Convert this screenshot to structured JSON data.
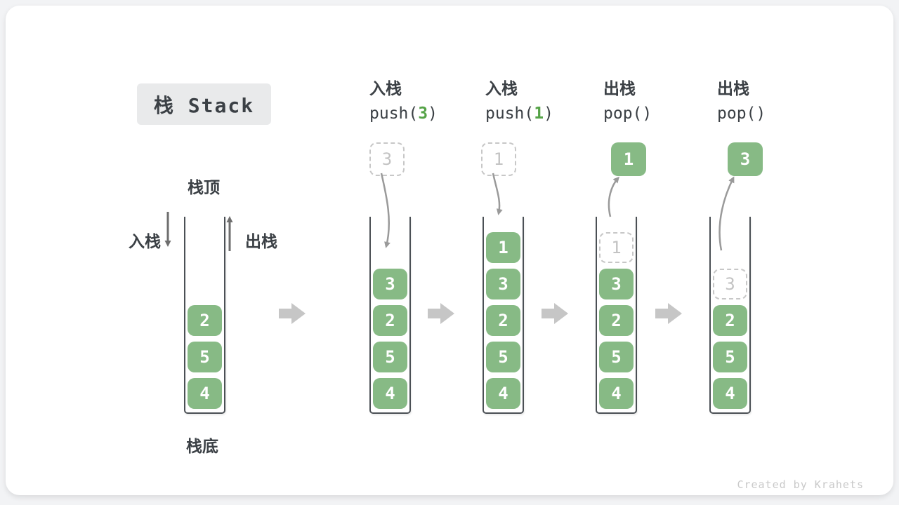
{
  "title": "栈 Stack",
  "labels": {
    "stack_top": "栈顶",
    "stack_bottom": "栈底",
    "push_side": "入栈",
    "pop_side": "出栈"
  },
  "operations": [
    {
      "label": "入栈",
      "code_pre": "push(",
      "code_arg": "3",
      "code_post": ")",
      "float_value": "3",
      "float_kind": "ghost"
    },
    {
      "label": "入栈",
      "code_pre": "push(",
      "code_arg": "1",
      "code_post": ")",
      "float_value": "1",
      "float_kind": "ghost"
    },
    {
      "label": "出栈",
      "code_pre": "pop(",
      "code_arg": "",
      "code_post": ")",
      "float_value": "1",
      "float_kind": "solid"
    },
    {
      "label": "出栈",
      "code_pre": "pop(",
      "code_arg": "",
      "code_post": ")",
      "float_value": "3",
      "float_kind": "solid"
    }
  ],
  "stacks": {
    "s1": {
      "items": [
        "2",
        "5",
        "4"
      ]
    },
    "s2": {
      "items": [
        "3",
        "2",
        "5",
        "4"
      ]
    },
    "s3": {
      "items": [
        "1",
        "3",
        "2",
        "5",
        "4"
      ]
    },
    "s4": {
      "ghost": "1",
      "items": [
        "3",
        "2",
        "5",
        "4"
      ]
    },
    "s5": {
      "ghost": "3",
      "items": [
        "2",
        "5",
        "4"
      ]
    }
  },
  "credit": "Created by Krahets",
  "colors": {
    "element_green": "#87ba85",
    "code_arg_green": "#55a347",
    "text_dark": "#3b4045",
    "ghost_gray": "#c3c3c3",
    "curve_arrow_gray": "#9a9a9a",
    "straight_arrow_gray": "#6e6e6e",
    "block_arrow_gray": "#c6c6c6",
    "badge_bg": "#e9eaeb"
  }
}
